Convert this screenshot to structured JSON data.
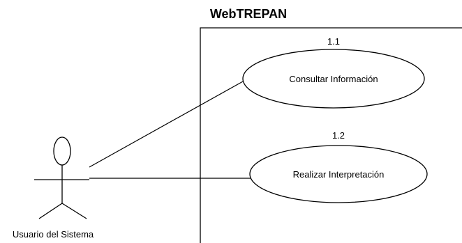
{
  "system": {
    "title": "WebTREPAN"
  },
  "actor": {
    "label": "Usuario del Sistema"
  },
  "use_cases": [
    {
      "number": "1.1",
      "label": "Consultar Información"
    },
    {
      "number": "1.2",
      "label": "Realizar Interpretación"
    }
  ],
  "colors": {
    "line": "#000000",
    "background": "#ffffff"
  }
}
